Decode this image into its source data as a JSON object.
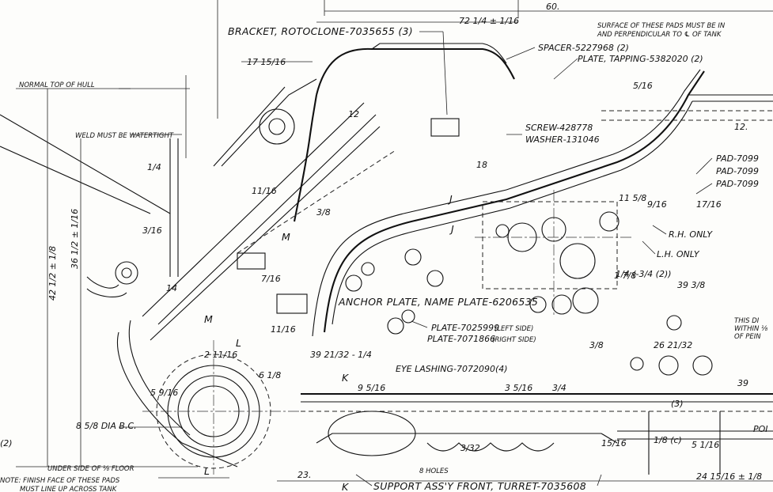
{
  "top_dims": {
    "overall": "60.",
    "bracket_span": "72 1/4 ± 1/16",
    "offset_17": "17 15/16",
    "right_12": "12."
  },
  "notes": {
    "surface_pads": [
      "SURFACE OF THESE PADS MUST BE IN",
      "AND PERPENDICULAR TO ℄ OF TANK"
    ],
    "normal_top_hull": "NORMAL TOP OF HULL",
    "weld_watertight": "WELD MUST BE WATERTIGHT",
    "under_side_floor": "UNDER SIDE OF ⅛ FLOOR",
    "finish_face": [
      "NOTE: FINISH FACE OF THESE PADS",
      "MUST LINE UP ACROSS TANK"
    ],
    "this_dim": [
      "THIS DI",
      "WITHIN ⅛",
      "OF PEIN"
    ]
  },
  "callouts": {
    "bracket": "BRACKET, ROTOCLONE-7035655 (3)",
    "spacer": "SPACER-5227968 (2)",
    "plate_tapping": "PLATE, TAPPING-5382020 (2)",
    "screw": "SCREW-428778",
    "washer": "WASHER-131046",
    "pad1": "PAD-7099",
    "pad2": "PAD-7099",
    "pad3": "PAD-7099",
    "rh_only": "R.H. ONLY",
    "lh_only": "L.H. ONLY",
    "anchor_plate": "ANCHOR PLATE, NAME PLATE-6206535",
    "plate_left": "PLATE-7025999",
    "plate_left_side": "(LEFT SIDE)",
    "plate_right": "PLATE-7071866",
    "plate_right_side": "(RIGHT SIDE)",
    "eye_lashing": "EYE LASHING-7072090(4)",
    "support_assy": "SUPPORT ASS'Y FRONT, TURRET-7035608",
    "holes": "8 HOLES",
    "bc_dia": "8 5/8 DIA B.C.",
    "poi": "POI"
  },
  "dims": {
    "d5_16": "5/16",
    "d12": "12",
    "d17_16": "17/16",
    "d9_16": "9/16",
    "d11_9": "11 5/8",
    "d1_8": "1 7/8",
    "d3_8": "3/8",
    "d42": "42 1/2 ± 1/8",
    "d36": "36 1/2 ± 1/16",
    "d1_4": "1/4",
    "d3_16": "3/16",
    "d7_16": "7/16",
    "d11_16": "11/16",
    "d14": "14",
    "d39_38": "39 3/8",
    "d1_4_34": "1/4 (-3/4 (2))",
    "d39_21": "39 21/32 - 1/4",
    "d9_16b": "9 5/16",
    "d6_18": "6 1/8",
    "d2_16": "2 11/16",
    "d5_16b": "5 9/16",
    "d26": "26 21/32",
    "d3_8b": "3/8",
    "d24": "24 15/16 ± 1/8",
    "d23": "23.",
    "d18": "18",
    "d15_16": "15/16",
    "d39_right": "39",
    "d3_parens": "(3)",
    "d2_paren": "(2)",
    "d1_8c": "1/8 (c)",
    "d5_116": "5 1/16",
    "d3_4": "3/4",
    "d3_16b": "3 5/16",
    "d3_2": "3/32"
  },
  "markers": {
    "j1": "J",
    "j2": "J",
    "m1": "M",
    "m2": "M",
    "k1": "K",
    "k2": "K",
    "l1": "L",
    "l2": "L"
  }
}
